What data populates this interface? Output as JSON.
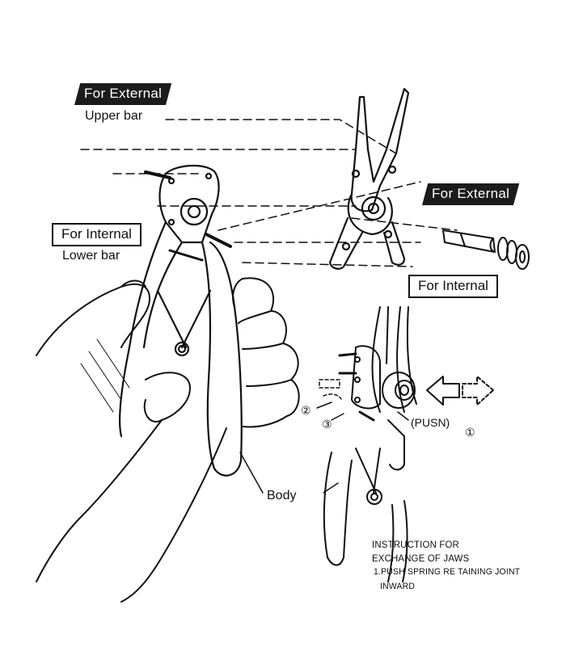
{
  "labels": {
    "for_external_top": "For External",
    "upper_bar": "Upper bar",
    "for_internal_left": "For Internal",
    "lower_bar": "Lower bar",
    "for_external_right": "For External",
    "for_internal_right": "For Internal",
    "body": "Body",
    "pusn": "(PUSN)",
    "step_1": "①",
    "step_2": "②",
    "step_3": "③"
  },
  "instructions": {
    "line1": "INSTRUCTION FOR",
    "line2": "EXCHANGE OF JAWS",
    "line3": "1.PUSH SPRING RE TAINING JOINT",
    "line4": "INWARD"
  },
  "colors": {
    "ink": "#111111",
    "label_dark_bg": "#1b1b1b",
    "background": "#ffffff"
  }
}
